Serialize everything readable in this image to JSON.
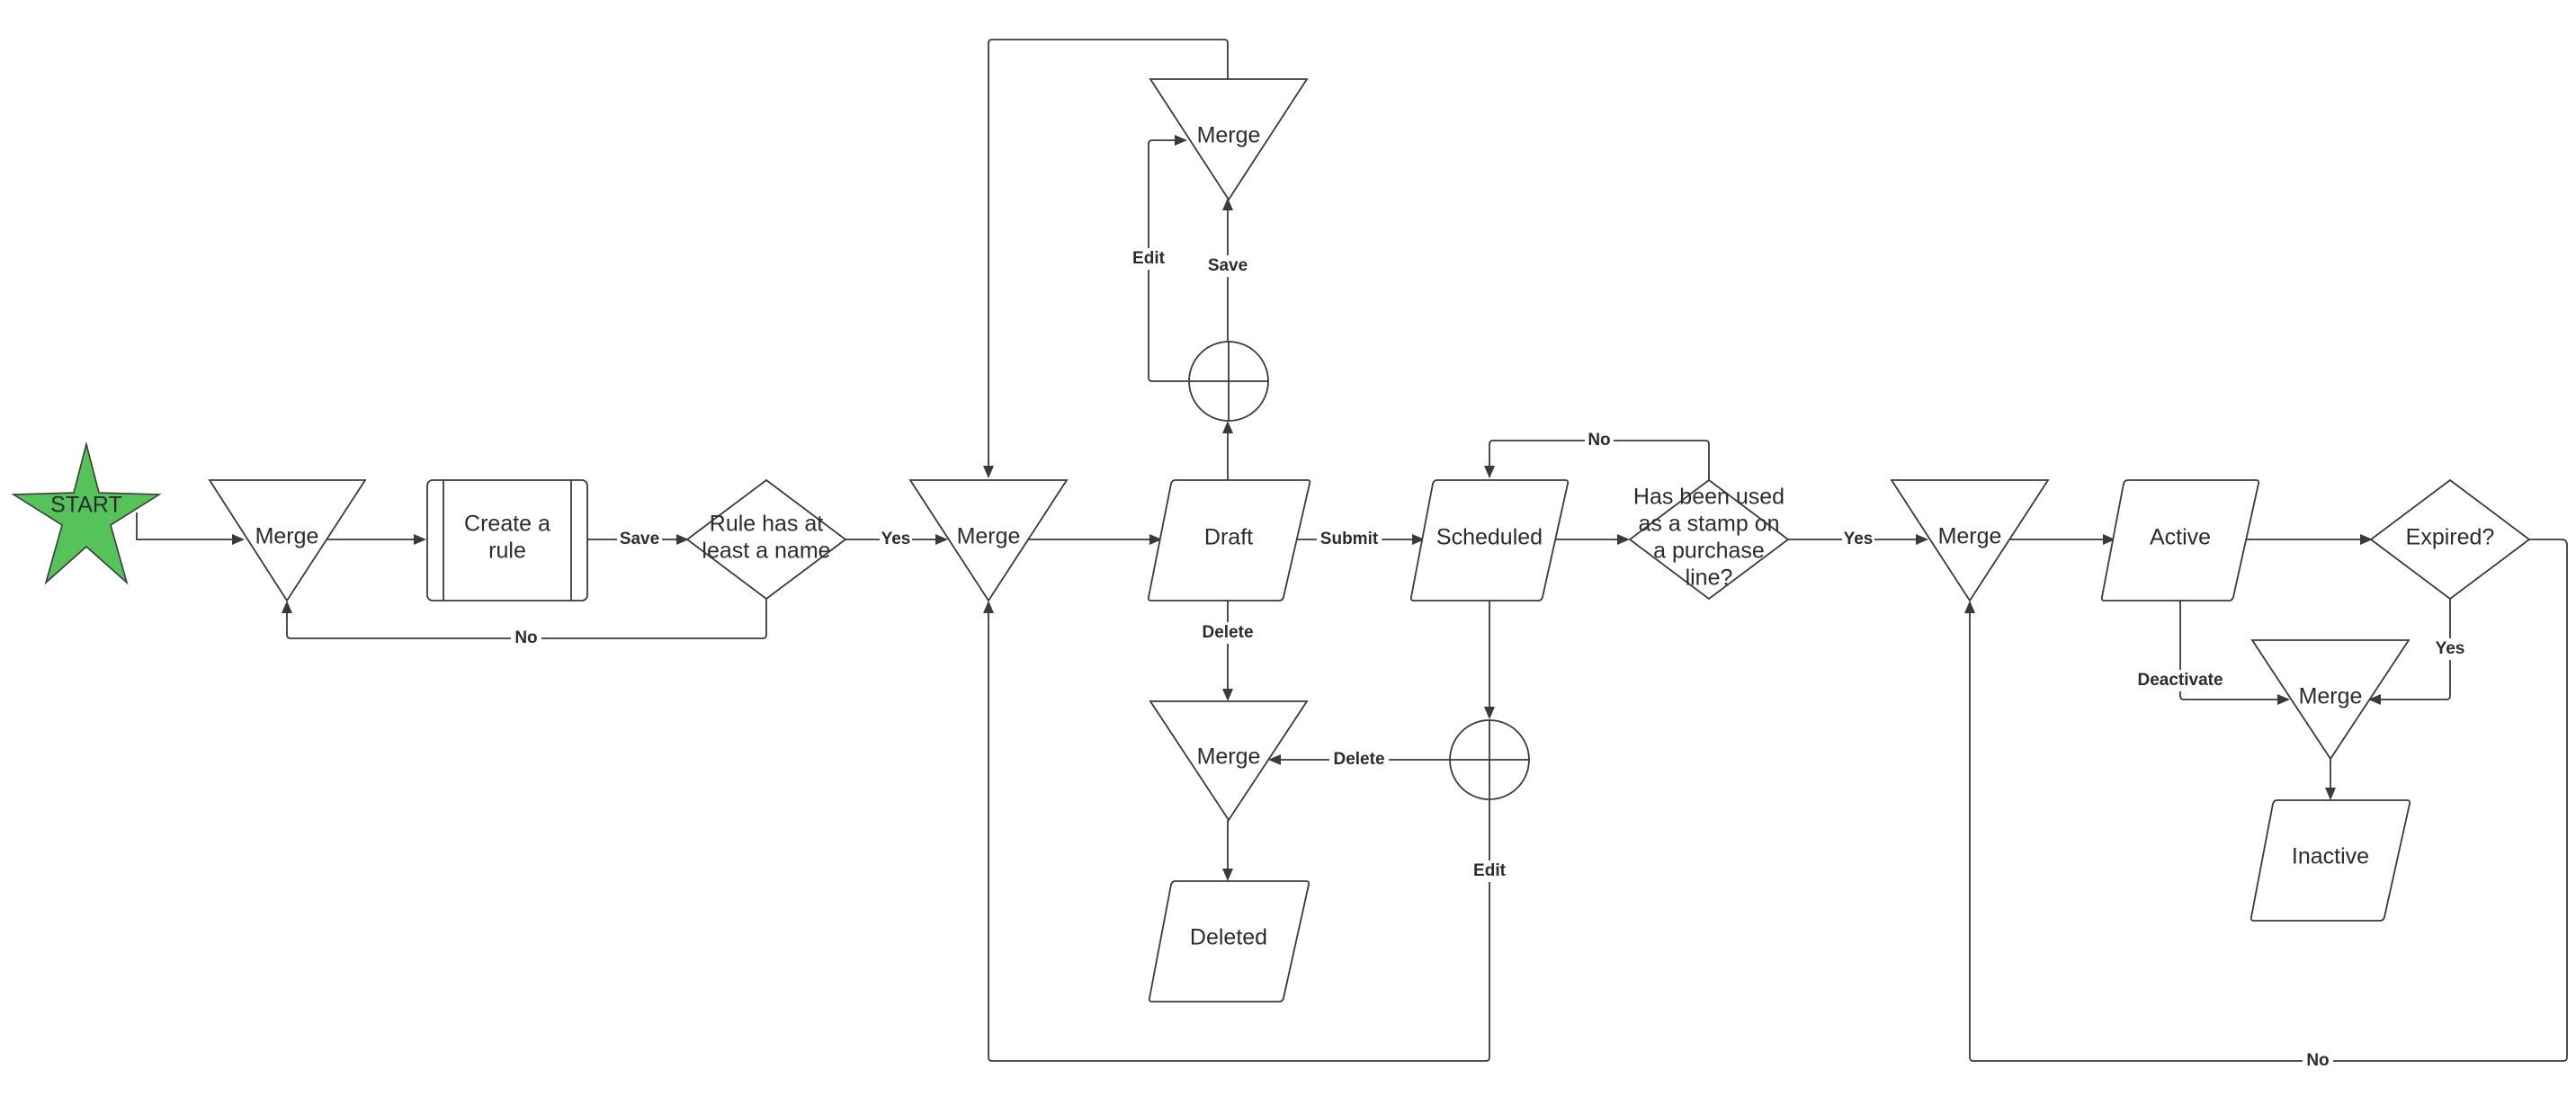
{
  "nodes": {
    "start": "START",
    "merge1": "Merge",
    "create_rule": [
      "Create a",
      "rule"
    ],
    "rule_name": [
      "Rule has at",
      "least a name"
    ],
    "merge2": "Merge",
    "merge_top": "Merge",
    "draft": "Draft",
    "merge_delete": "Merge",
    "deleted": "Deleted",
    "scheduled": "Scheduled",
    "stamp_used": [
      "Has been used",
      "as a stamp on",
      "a purchase",
      "line?"
    ],
    "merge3": "Merge",
    "active": "Active",
    "expired": "Expired?",
    "merge4": "Merge",
    "inactive": "Inactive"
  },
  "edges": {
    "save": "Save",
    "yes_rule": "Yes",
    "no_rule": "No",
    "edit_draft": "Edit",
    "save_draft": "Save",
    "submit": "Submit",
    "delete_draft": "Delete",
    "delete_scheduled": "Delete",
    "edit_scheduled": "Edit",
    "no_stamp": "No",
    "yes_stamp": "Yes",
    "deactivate": "Deactivate",
    "yes_expired": "Yes",
    "no_expired": "No"
  }
}
